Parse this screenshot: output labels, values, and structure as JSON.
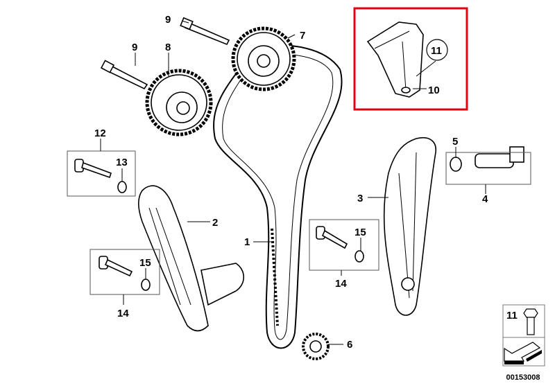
{
  "diagram": {
    "callouts": {
      "bolt_upper": "9",
      "vanos_exhaust": "7",
      "bolt_lower": "9",
      "vanos_intake": "8",
      "bracket_bolt": "11",
      "bracket": "10",
      "bolt_kit": "12",
      "ring_13": "13",
      "seal_5": "5",
      "tensioner_rail": "3",
      "tensioner": "4",
      "guide_rail": "2",
      "ring_15_right": "15",
      "chain": "1",
      "ring_15_left": "15",
      "kit_14_right": "14",
      "kit_14_left": "14",
      "sprocket": "6"
    },
    "legend": {
      "part_number": "11",
      "diagram_id": "00153008"
    },
    "highlight_color": "#e3000f"
  }
}
